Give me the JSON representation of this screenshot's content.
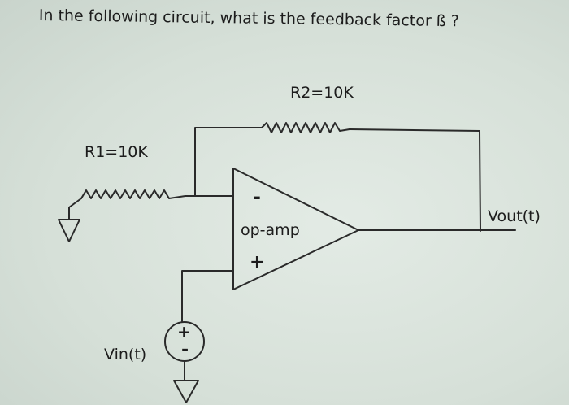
{
  "question": "In the following circuit, what is the feedback factor ß ?",
  "components": {
    "r1_label": "R1=10K",
    "r2_label": "R2=10K",
    "opamp_label": "op-amp",
    "opamp_minus": "-",
    "opamp_plus": "+",
    "vin_label": "Vin(t)",
    "vout_label": "Vout(t)",
    "source_plus": "+",
    "source_minus": "-"
  }
}
